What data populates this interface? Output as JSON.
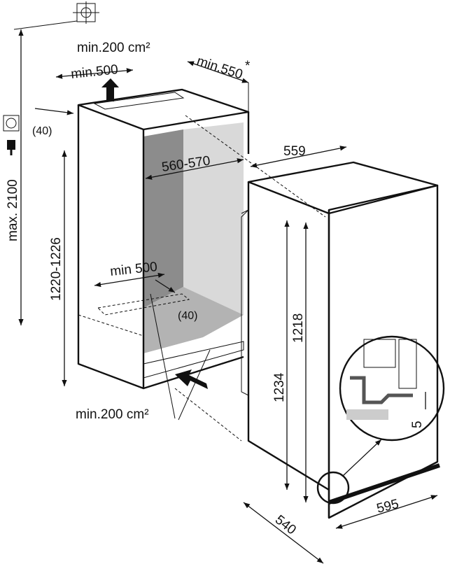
{
  "title": "Built-in refrigerator installation dimensions",
  "labels": {
    "vent_top": "min.200 cm²",
    "depth_top": "min.500",
    "depth_niche": "min.550",
    "asterisk": "*",
    "gap_top": "(40)",
    "max_height": "max. 2100",
    "appliance_depth": "559",
    "niche_width": "560-570",
    "niche_height": "1220-1226",
    "depth_bottom": "min 500",
    "gap_bottom": "(40)",
    "height_body": "1218",
    "height_total": "1234",
    "vent_bottom": "min.200 cm²",
    "detail_gap": "5",
    "door_width": "595",
    "total_depth": "540"
  },
  "colors": {
    "line": "#111111",
    "cavity_dark": "#8c8c8c",
    "cavity_light": "#d9d9d9",
    "floor": "#b3b3b3"
  }
}
